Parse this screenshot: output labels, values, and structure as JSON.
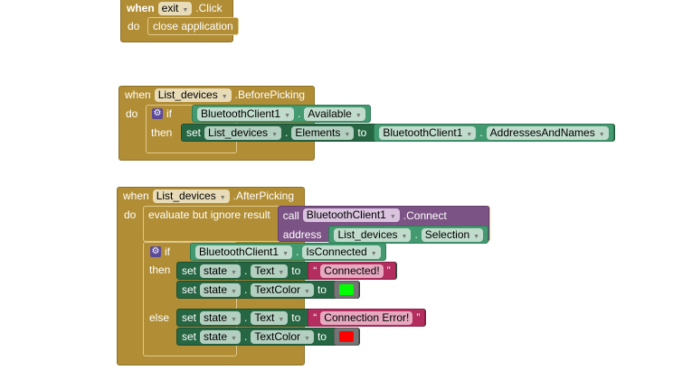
{
  "block1": {
    "when": "when",
    "component": "exit",
    "event": ".Click",
    "do": "do",
    "call": "close application"
  },
  "block2": {
    "when": "when",
    "component": "List_devices",
    "event": ".BeforePicking",
    "do": "do",
    "if": "if",
    "then": "then",
    "cond_component": "BluetoothClient1",
    "cond_property": "Available",
    "set": "set",
    "set_component": "List_devices",
    "set_property": "Elements",
    "to": "to",
    "value_component": "BluetoothClient1",
    "value_property": "AddressesAndNames",
    "dot": "."
  },
  "block3": {
    "when": "when",
    "component": "List_devices",
    "event": ".AfterPicking",
    "do": "do",
    "evaluate": "evaluate but ignore result",
    "call": "call",
    "call_component": "BluetoothClient1",
    "call_method": ".Connect",
    "address": "address",
    "addr_component": "List_devices",
    "addr_property": "Selection",
    "if": "if",
    "then": "then",
    "else": "else",
    "cond_component": "BluetoothClient1",
    "cond_property": "IsConnected",
    "set": "set",
    "to": "to",
    "dot": ".",
    "label": "state",
    "text_prop": "Text",
    "color_prop": "TextColor",
    "connected_text": "Connected!",
    "error_text": "Connection Error!",
    "quote_open": "“",
    "quote_close": "”",
    "connected_color": "#00ff00",
    "error_color": "#ff0000"
  }
}
